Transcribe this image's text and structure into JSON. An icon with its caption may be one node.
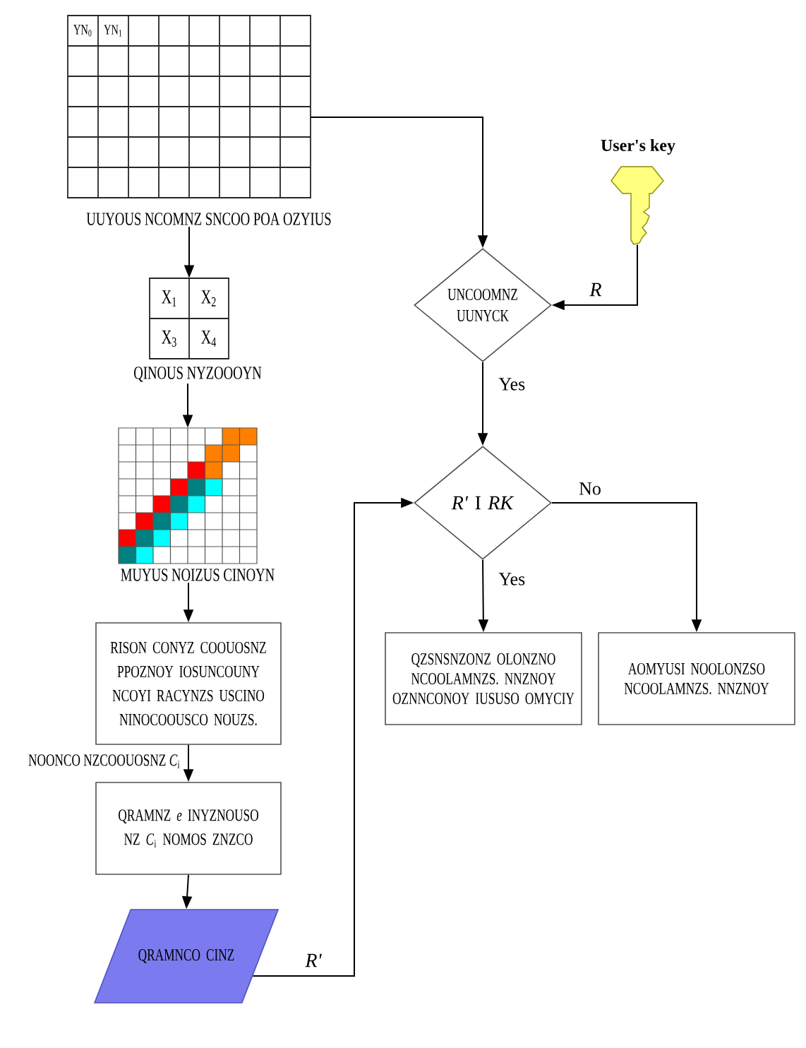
{
  "diagram": {
    "nodes": [
      {
        "text": [
          "YN$_{0}$",
          "YN$_{1}$",
          "UUYOUS NCOMNZ SNCOO POA OZYIUS"
        ]
      },
      {
        "text": [
          "X$_{1}$",
          "X$_{2}$",
          "X$_{3}$",
          "X$_{4}$",
          "QINOUS NYZOOOYN"
        ]
      },
      {
        "text": [
          "MUYUS NOIZUS CINOYN"
        ]
      },
      {
        "text": [
          "RISON CONYZ COOUOSNZ PPOZNOY IOSUNCOUNY NCOYI RACYNZS USCINO NINOCOOUSCO NOUZS."
        ]
      },
      {
        "text": [
          "QRAMNZ *e* INYZNOUSO NZ *C*$_{i}$ NOMOS ZNZCO"
        ]
      },
      {
        "text": [
          "QRAMNCO CINZ"
        ]
      },
      {
        "text": [
          "UNCOOMNZ UUNYCK"
        ]
      },
      {
        "text": [
          "User's key"
        ]
      },
      {
        "text": [
          "*R'* I *RK*"
        ]
      },
      {
        "text": [
          "QZSNSNZONZ OLONZNO NCOOLAMNZS. NNZNOY OZNNCONOY IUSUSO OMYCIY"
        ]
      },
      {
        "text": [
          "AOMYUSI NOOLONZSO NCOOLAMNZS. NNZNOY"
        ]
      }
    ],
    "edges": [
      {
        "from": 0,
        "to": 1,
        "arrow": "to"
      },
      {
        "from": 1,
        "to": 2,
        "arrow": "to"
      },
      {
        "from": 2,
        "to": 3,
        "arrow": "to"
      },
      {
        "from": 3,
        "to": 4,
        "arrow": "to",
        "label": "NOONCO NZCOOUOSNZ *C*$_{i}$"
      },
      {
        "from": 4,
        "to": 5,
        "arrow": "to"
      },
      {
        "from": 5,
        "to": 8,
        "arrow": "to",
        "label": "R'"
      },
      {
        "from": 0,
        "to": 6,
        "arrow": "to"
      },
      {
        "from": 7,
        "to": 6,
        "arrow": "to",
        "label": "R"
      },
      {
        "from": 6,
        "to": 8,
        "arrow": "to",
        "label": "Yes"
      },
      {
        "from": 8,
        "to": 9,
        "arrow": "to",
        "label": "Yes"
      },
      {
        "from": 8,
        "to": 10,
        "arrow": "to",
        "label": "No"
      }
    ]
  }
}
